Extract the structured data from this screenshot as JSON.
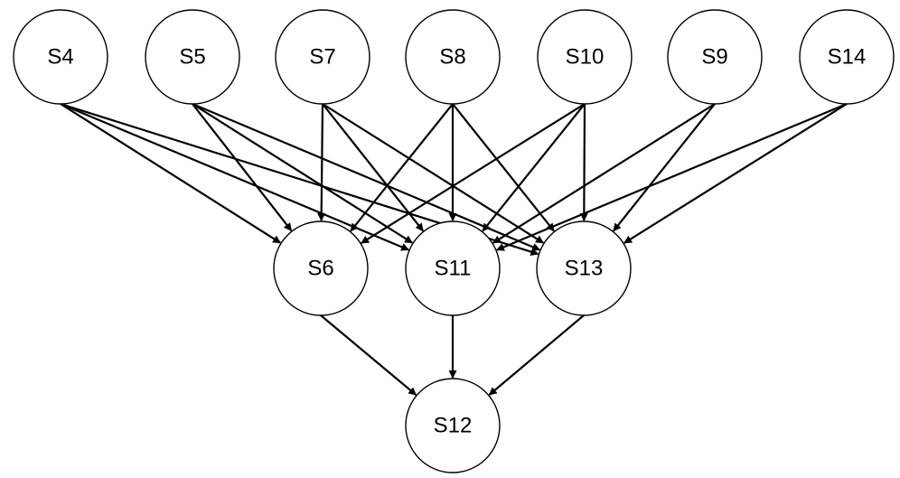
{
  "nodes": {
    "s4": {
      "label": "S4"
    },
    "s5": {
      "label": "S5"
    },
    "s7": {
      "label": "S7"
    },
    "s8": {
      "label": "S8"
    },
    "s10": {
      "label": "S10"
    },
    "s9": {
      "label": "S9"
    },
    "s14": {
      "label": "S14"
    },
    "s6": {
      "label": "S6"
    },
    "s11": {
      "label": "S11"
    },
    "s13": {
      "label": "S13"
    },
    "s12": {
      "label": "S12"
    }
  },
  "edges": [
    {
      "from": "s4",
      "to": "s6"
    },
    {
      "from": "s4",
      "to": "s11"
    },
    {
      "from": "s4",
      "to": "s13"
    },
    {
      "from": "s5",
      "to": "s6"
    },
    {
      "from": "s5",
      "to": "s11"
    },
    {
      "from": "s5",
      "to": "s13"
    },
    {
      "from": "s7",
      "to": "s6"
    },
    {
      "from": "s7",
      "to": "s11"
    },
    {
      "from": "s7",
      "to": "s13"
    },
    {
      "from": "s8",
      "to": "s6"
    },
    {
      "from": "s8",
      "to": "s11"
    },
    {
      "from": "s8",
      "to": "s13"
    },
    {
      "from": "s10",
      "to": "s6"
    },
    {
      "from": "s10",
      "to": "s11"
    },
    {
      "from": "s10",
      "to": "s13"
    },
    {
      "from": "s9",
      "to": "s11"
    },
    {
      "from": "s9",
      "to": "s13"
    },
    {
      "from": "s14",
      "to": "s11"
    },
    {
      "from": "s14",
      "to": "s13"
    },
    {
      "from": "s6",
      "to": "s12"
    },
    {
      "from": "s11",
      "to": "s12"
    },
    {
      "from": "s13",
      "to": "s12"
    }
  ],
  "colors": {
    "node_fill": "#ffffff",
    "stroke": "#000000",
    "background": "#ffffff"
  }
}
